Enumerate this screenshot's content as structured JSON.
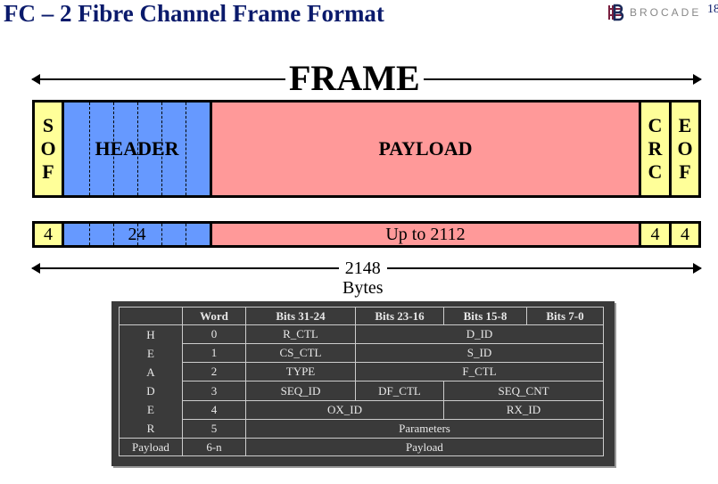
{
  "title": "FC – 2 Fibre Channel Frame Format",
  "brand": "BROCADE",
  "page_number": "18",
  "frame": {
    "label": "FRAME",
    "segments": {
      "sof": [
        "S",
        "O",
        "F"
      ],
      "header": "HEADER",
      "payload": "PAYLOAD",
      "crc": [
        "C",
        "R",
        "C"
      ],
      "eof": [
        "E",
        "O",
        "F"
      ]
    }
  },
  "sizes": {
    "sof": "4",
    "header": "24",
    "payload": "Up to 2112",
    "crc": "4",
    "eof": "4"
  },
  "total": {
    "value": "2148",
    "unit": "Bytes"
  },
  "colors": {
    "sof_eof_crc": "#ffff99",
    "header": "#6699ff",
    "payload": "#ff9999",
    "title": "#0a1a6b"
  },
  "table": {
    "headers": [
      "",
      "Word",
      "Bits 31-24",
      "Bits 23-16",
      "Bits 15-8",
      "Bits 7-0"
    ],
    "header_letters": [
      "H",
      "E",
      "A",
      "D",
      "E",
      "R"
    ],
    "rows": [
      {
        "word": "0",
        "cells": [
          "R_CTL",
          "D_ID"
        ]
      },
      {
        "word": "1",
        "cells": [
          "CS_CTL",
          "S_ID"
        ]
      },
      {
        "word": "2",
        "cells": [
          "TYPE",
          "F_CTL"
        ]
      },
      {
        "word": "3",
        "cells": [
          "SEQ_ID",
          "DF_CTL",
          "SEQ_CNT"
        ]
      },
      {
        "word": "4",
        "cells": [
          "OX_ID",
          "RX_ID"
        ]
      },
      {
        "word": "5",
        "cells": [
          "Parameters"
        ]
      }
    ],
    "payload_row": {
      "label": "Payload",
      "word": "6-n",
      "cell": "Payload"
    }
  }
}
